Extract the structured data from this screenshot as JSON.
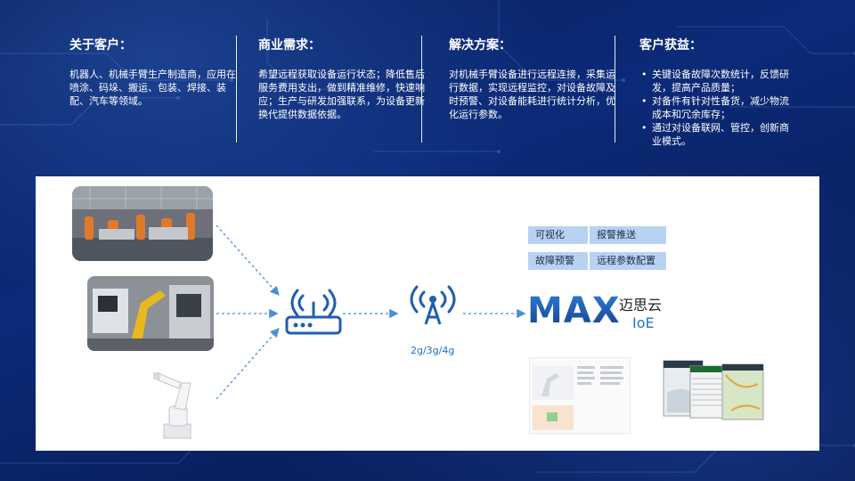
{
  "columns": [
    {
      "title": "关于客户：",
      "body": "机器人、机械手臂生产制造商，应用在喷涂、码垛、搬运、包装、焊接、装配、汽车等领域。"
    },
    {
      "title": "商业需求：",
      "body": "希望远程获取设备运行状态；降低售后服务费用支出，做到精准维修，快速响应；生产与研发加强联系，为设备更新换代提供数据依据。"
    },
    {
      "title": "解决方案：",
      "body": "对机械手臂设备进行远程连接，采集运行数据，实现远程监控，对设备故障及时预警、对设备能耗进行统计分析，优化运行参数。"
    },
    {
      "title": "客户获益：",
      "items": [
        "关键设备故障次数统计，反馈研发，提高产品质量；",
        "对备件有针对性备货，减少物流成本和冗余库存；",
        "通过对设备联网、管控，创新商业模式。"
      ]
    }
  ],
  "network": {
    "label": "2g/3g/4g"
  },
  "features": [
    "可视化",
    "报警推送",
    "故障预警",
    "远程参数配置"
  ],
  "brand": {
    "logo_text": "MAX",
    "name_cn": "迈思云",
    "name_en": "IoE"
  },
  "colors": {
    "background": "#0b2a78",
    "accent_blue": "#2a73c9",
    "tag_bg": "#b7d3f1",
    "arrow": "#4a8fd8"
  }
}
